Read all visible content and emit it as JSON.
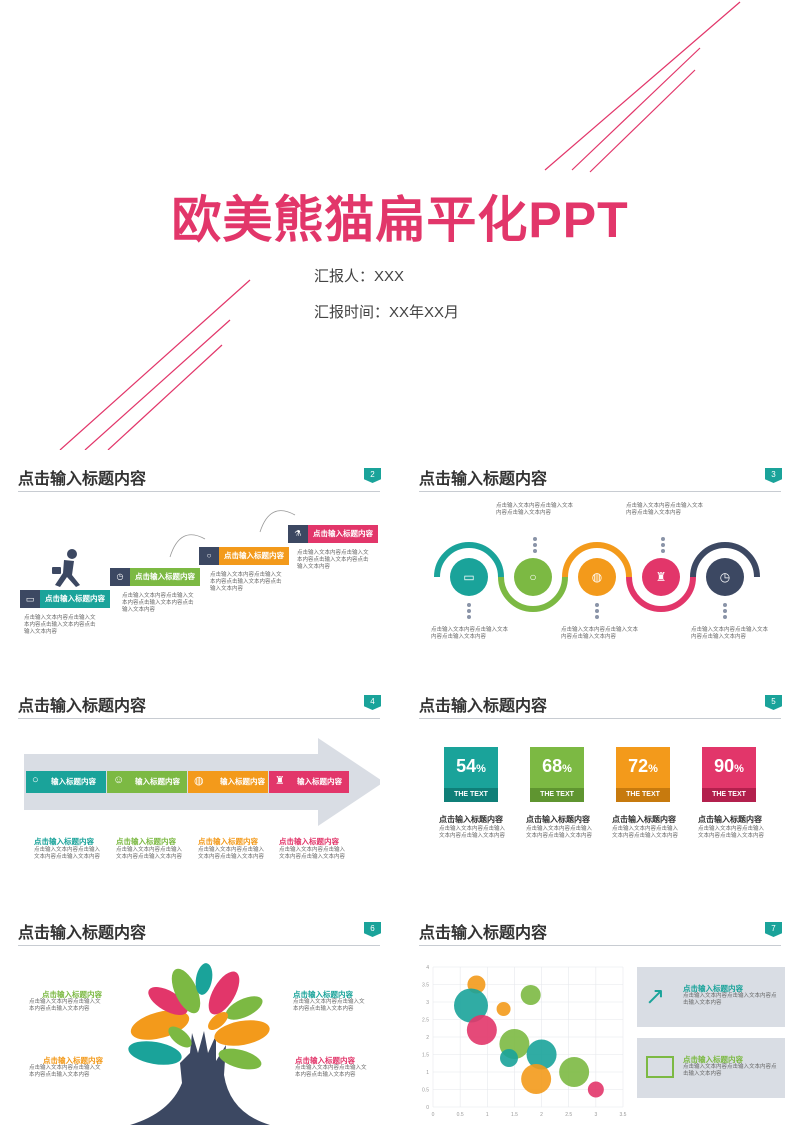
{
  "cover": {
    "title": "欧美熊猫扁平化PPT",
    "reporter": "汇报人：XXX",
    "time": "汇报时间：XX年XX月"
  },
  "slide_title": "点击输入标题内容",
  "colors": {
    "pink": "#e2366a",
    "teal": "#1aa39a",
    "green": "#7cb943",
    "orange": "#f39a1b",
    "navy": "#3c4862"
  },
  "s2": {
    "num": "2",
    "steps": [
      "点击输入标题内容",
      "点击输入标题内容",
      "点击输入标题内容",
      "点击输入标题内容"
    ],
    "text": "点击输入文本内容点击输入文本内容点击输入文本内容点击输入文本内容"
  },
  "s3": {
    "num": "3",
    "top_text": "点击输入文本内容点击输入文本内容点击输入文本内容",
    "bottom_text": "点击输入文本内容点击输入文本内容点击输入文本内容"
  },
  "s4": {
    "num": "4",
    "segments": [
      "输入标题内容",
      "输入标题内容",
      "输入标题内容",
      "输入标题内容"
    ],
    "heads": [
      "点击输入标题内容",
      "点击输入标题内容",
      "点击输入标题内容",
      "点击输入标题内容"
    ],
    "text": "点击输入文本内容点击输入文本内容点击输入文本内容"
  },
  "s5": {
    "num": "5",
    "stats": [
      {
        "value": "54",
        "unit": "%",
        "label": "THE TEXT",
        "head": "点击输入标题内容"
      },
      {
        "value": "68",
        "unit": "%",
        "label": "THE TEXT",
        "head": "点击输入标题内容"
      },
      {
        "value": "72",
        "unit": "%",
        "label": "THE TEXT",
        "head": "点击输入标题内容"
      },
      {
        "value": "90",
        "unit": "%",
        "label": "THE TEXT",
        "head": "点击输入标题内容"
      }
    ],
    "text": "点击输入文本内容点击输入文本内容点击输入文本内容"
  },
  "s6": {
    "num": "6",
    "heads": [
      "点击输入标题内容",
      "点击输入标题内容",
      "点击输入标题内容",
      "点击输入标题内容"
    ],
    "text": "点击输入文本内容点击输入文本内容点击输入文本内容"
  },
  "s7": {
    "num": "7",
    "cards": [
      {
        "head": "点击输入标题内容",
        "text": "点击输入文本内容点击输入文本内容点击输入文本内容"
      },
      {
        "head": "点击输入标题内容",
        "text": "点击输入文本内容点击输入文本内容点击输入文本内容"
      }
    ]
  },
  "chart_data": {
    "type": "scatter",
    "x_ticks": [
      "0",
      "0.5",
      "1",
      "1.5",
      "2",
      "2.5",
      "3",
      "3.5"
    ],
    "y_ticks": [
      "0",
      "0.5",
      "1",
      "1.5",
      "2",
      "2.5",
      "3",
      "3.5",
      "4"
    ],
    "xlim": [
      0,
      3.5
    ],
    "ylim": [
      0,
      4
    ],
    "grid": true,
    "points": [
      {
        "x": 0.8,
        "y": 3.5,
        "r": 9,
        "color": "#f39a1b"
      },
      {
        "x": 1.8,
        "y": 3.2,
        "r": 10,
        "color": "#7cb943"
      },
      {
        "x": 0.7,
        "y": 2.9,
        "r": 17,
        "color": "#1aa39a"
      },
      {
        "x": 1.3,
        "y": 2.8,
        "r": 7,
        "color": "#f39a1b"
      },
      {
        "x": 0.9,
        "y": 2.2,
        "r": 15,
        "color": "#e2366a"
      },
      {
        "x": 1.5,
        "y": 1.8,
        "r": 15,
        "color": "#7cb943"
      },
      {
        "x": 1.4,
        "y": 1.4,
        "r": 9,
        "color": "#1aa39a"
      },
      {
        "x": 2.0,
        "y": 1.5,
        "r": 15,
        "color": "#1aa39a"
      },
      {
        "x": 2.6,
        "y": 1.0,
        "r": 15,
        "color": "#7cb943"
      },
      {
        "x": 1.9,
        "y": 0.8,
        "r": 15,
        "color": "#f39a1b"
      },
      {
        "x": 3.0,
        "y": 0.5,
        "r": 8,
        "color": "#e2366a"
      }
    ]
  }
}
